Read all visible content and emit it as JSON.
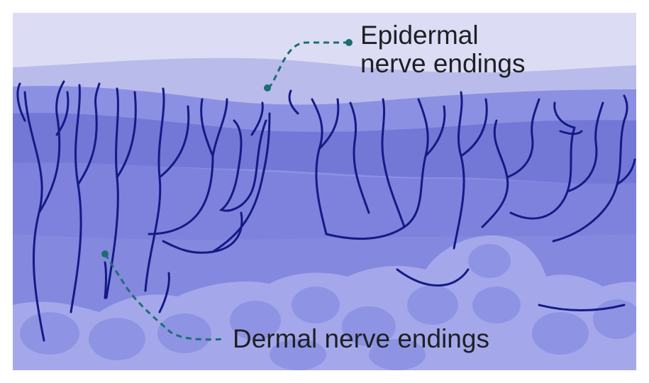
{
  "labels": {
    "epidermal_line1": "Epidermal",
    "epidermal_line2": "nerve endings",
    "dermal": "Dermal nerve endings"
  },
  "colors": {
    "sky": "#dcdcf4",
    "outer_skin": "#b9bbeb",
    "epidermis": "#8c90e2",
    "epidermis_dark": "#7377d6",
    "dermis": "#7e82dc",
    "dermis_deep": "#8488de",
    "fat": "#a4a8ea",
    "fat_cell": "#8f93e3",
    "nerve": "#141a85",
    "callout": "#1b6e70"
  },
  "icons": [
    "epidermal-callout-dot-icon",
    "dermal-callout-dot-icon"
  ]
}
